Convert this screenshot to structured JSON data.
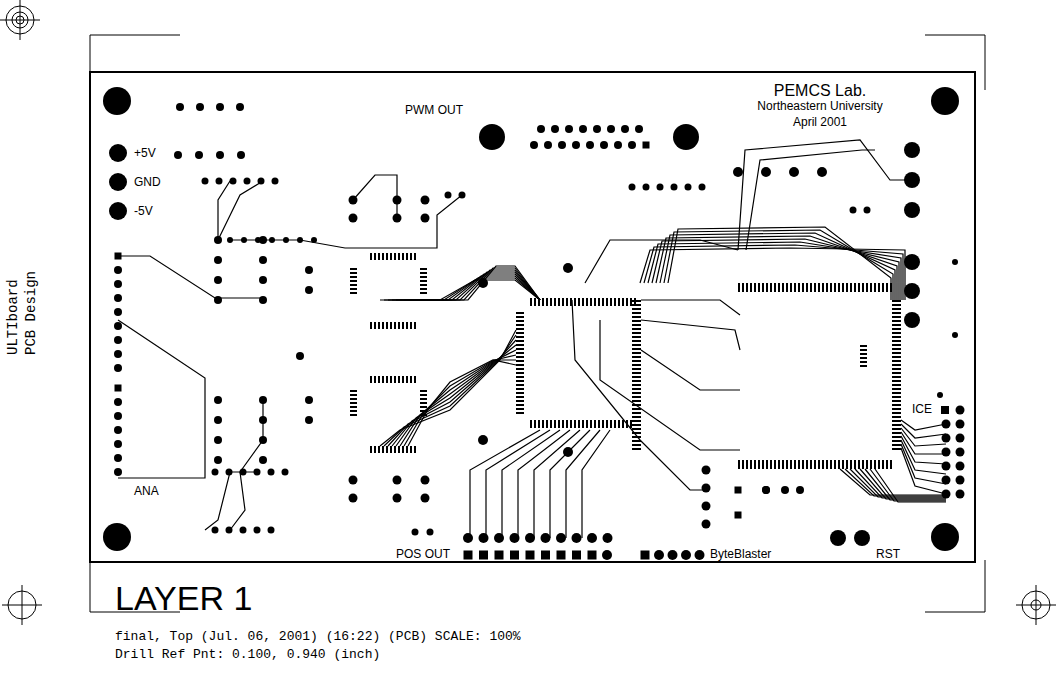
{
  "diagram": {
    "title": "LAYER 1",
    "labels": [
      "PEMCS Lab.",
      "Northeastern University",
      "April 2001",
      "PWM OUT",
      "+5V",
      "GND",
      "-5V",
      "ANA",
      "POS OUT",
      "ByteBlaster",
      "RST",
      "ICE",
      "ULTIboard",
      "PCB Design",
      "final, Top (Jul. 06, 2001) (16:22) (PCB) SCALE: 100%",
      "Drill Ref Pnt: 0.100, 0.940 (inch)"
    ]
  }
}
